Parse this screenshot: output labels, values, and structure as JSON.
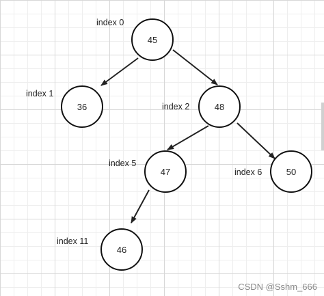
{
  "nodes": [
    {
      "value": "45",
      "index_label": "index 0"
    },
    {
      "value": "36",
      "index_label": "index 1"
    },
    {
      "value": "48",
      "index_label": "index 2"
    },
    {
      "value": "47",
      "index_label": "index 5"
    },
    {
      "value": "50",
      "index_label": "index 6"
    },
    {
      "value": "46",
      "index_label": "index 11"
    }
  ],
  "watermark": "CSDN @Sshm_666"
}
